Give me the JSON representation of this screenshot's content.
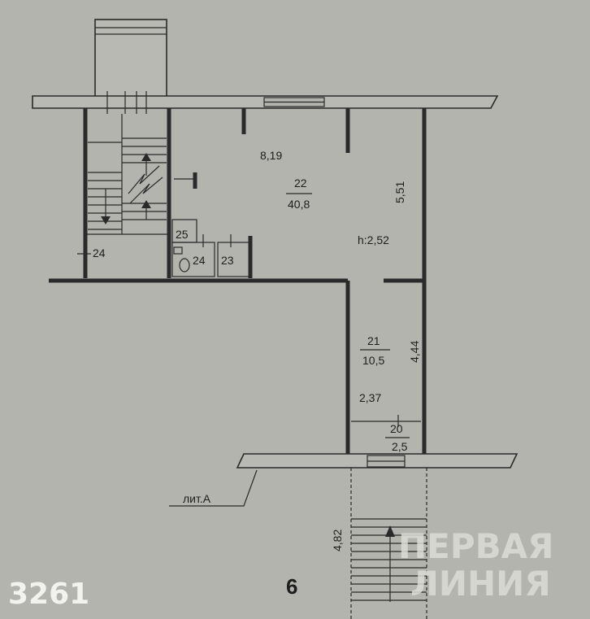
{
  "plan": {
    "rooms": [
      {
        "id": "room-22",
        "number": "22",
        "area": "40,8"
      },
      {
        "id": "room-21",
        "number": "21",
        "area": "10,5"
      },
      {
        "id": "room-20",
        "number": "20",
        "area": "2,5"
      },
      {
        "id": "room-23",
        "number": "23"
      },
      {
        "id": "room-24-wc",
        "number": "24"
      },
      {
        "id": "room-25",
        "number": "25"
      },
      {
        "id": "room-24-stair",
        "number": "24"
      }
    ],
    "dimensions": {
      "width_22": "8,19",
      "depth_22": "5,51",
      "ceiling_height": "h:2,52",
      "depth_21": "4,44",
      "width_21": "2,37",
      "stair_length": "4,82"
    },
    "litera": "лит.А",
    "floor_number": "6"
  },
  "watermark": {
    "line1": "ПЕРВАЯ",
    "line2": "ЛИНИЯ"
  },
  "listing_code": "3261",
  "colors": {
    "paper": "#b3b4ad",
    "ink": "#2a2a2a",
    "watermark": "#dcdcd6"
  }
}
